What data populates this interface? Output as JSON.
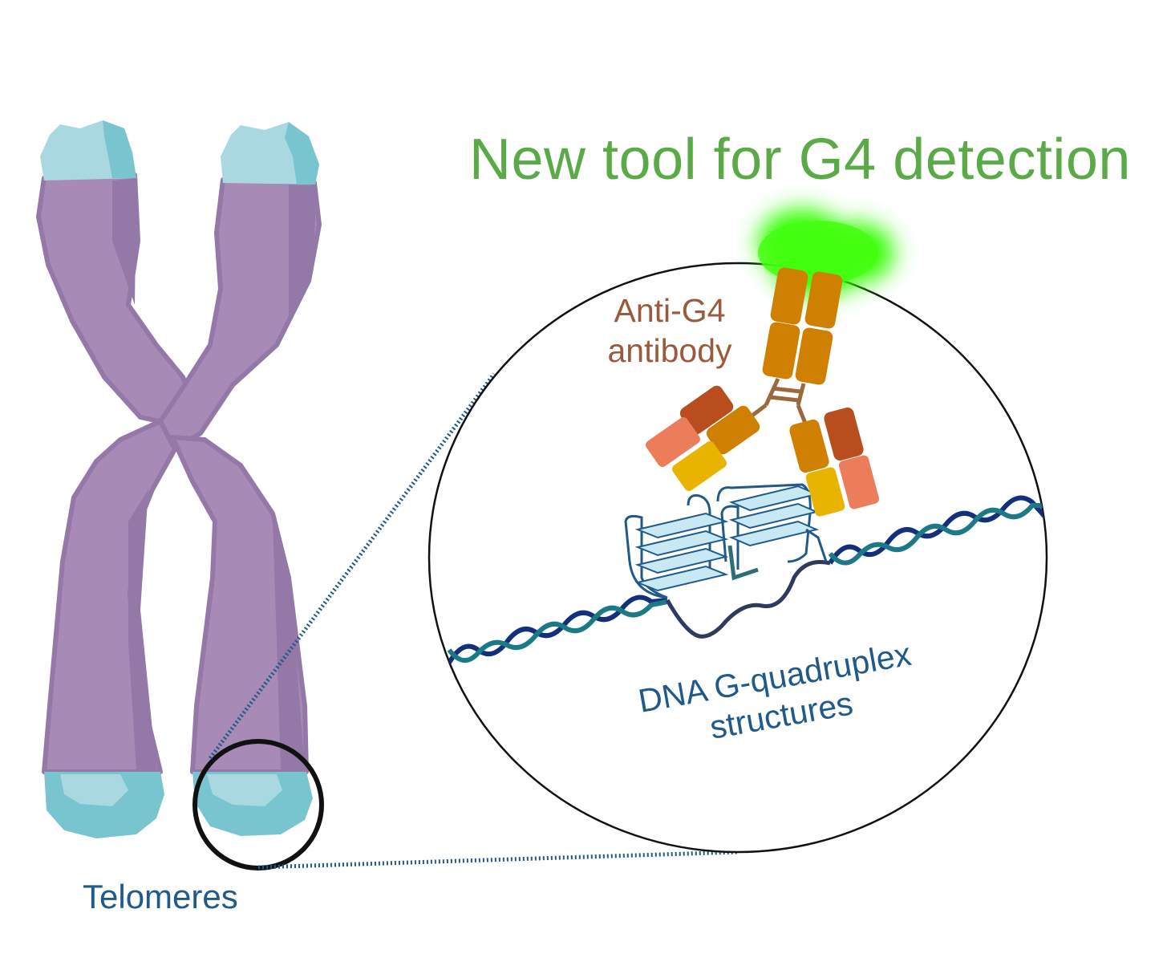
{
  "title": "New tool for G4 detection",
  "labels": {
    "telomeres": "Telomeres",
    "antibody_line1": "Anti-G4",
    "antibody_line2": "antibody",
    "dna_line1": "DNA G-quadruplex",
    "dna_line2": "structures"
  },
  "colors": {
    "title": "#5aaa48",
    "chromosome": "#a78ab6",
    "chromosome_shade": "#9478a8",
    "telomere_light": "#a9d8e1",
    "telomere_dark": "#78c4cf",
    "label_blue": "#1f5a8a",
    "antibody_label": "#9a5a3c",
    "heavy_chain": "#d08000",
    "light_chain_dark": "#b84e1e",
    "light_chain_light": "#ec7d5a",
    "fab_yellow": "#e8b400",
    "fluorescence": "#33ff00",
    "dna_dark": "#14307a",
    "dna_teal": "#1b7a86",
    "quadruplex": "#1f5a8a",
    "quadruplex_fill": "#c8e8f4"
  },
  "icons": [
    "chromosome-icon",
    "antibody-icon",
    "g-quadruplex-icon",
    "dna-helix-icon",
    "magnifier-circle-icon"
  ]
}
